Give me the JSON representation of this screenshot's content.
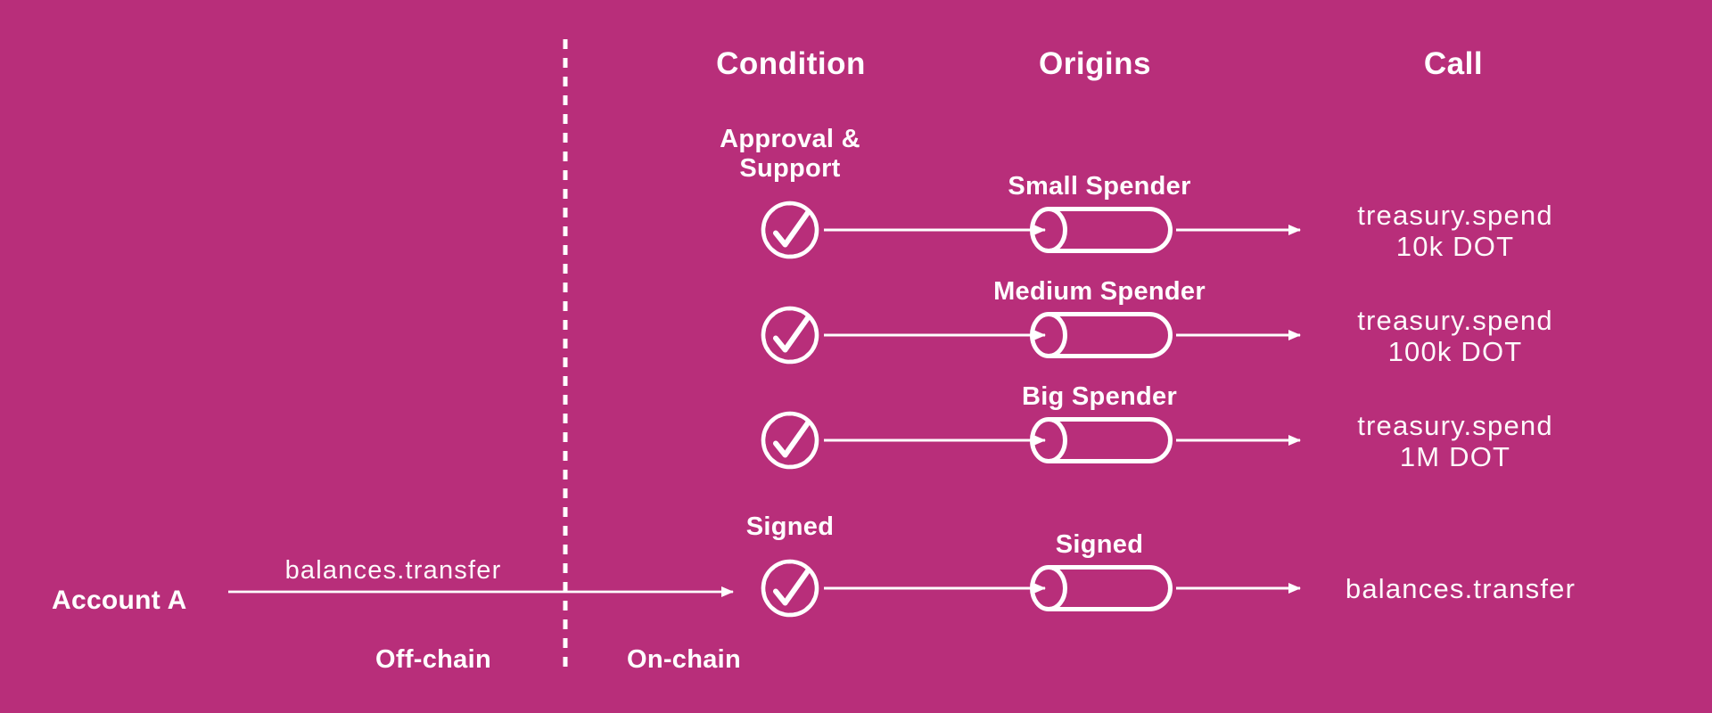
{
  "palette": {
    "background": "#B82E7A",
    "foreground": "#FFFFFF"
  },
  "headers": {
    "condition": "Condition",
    "origins": "Origins",
    "call": "Call"
  },
  "zones": {
    "offchain_label": "Off-chain",
    "onchain_label": "On-chain"
  },
  "left_flow": {
    "account_label": "Account A",
    "call_label": "balances.transfer"
  },
  "rows": [
    {
      "condition_label": "Approval &\nSupport",
      "condition_icon": "check-circle-icon",
      "origin_label": "Small Spender",
      "origin_icon": "pipe-track-icon",
      "call_text": "treasury.spend\n10k DOT"
    },
    {
      "condition_label": "",
      "condition_icon": "check-circle-icon",
      "origin_label": "Medium Spender",
      "origin_icon": "pipe-track-icon",
      "call_text": "treasury.spend\n100k DOT"
    },
    {
      "condition_label": "",
      "condition_icon": "check-circle-icon",
      "origin_label": "Big Spender",
      "origin_icon": "pipe-track-icon",
      "call_text": "treasury.spend\n1M DOT"
    },
    {
      "condition_label": "Signed",
      "condition_icon": "check-circle-icon",
      "origin_label": "Signed",
      "origin_icon": "pipe-track-icon",
      "call_text": "balances.transfer"
    }
  ]
}
